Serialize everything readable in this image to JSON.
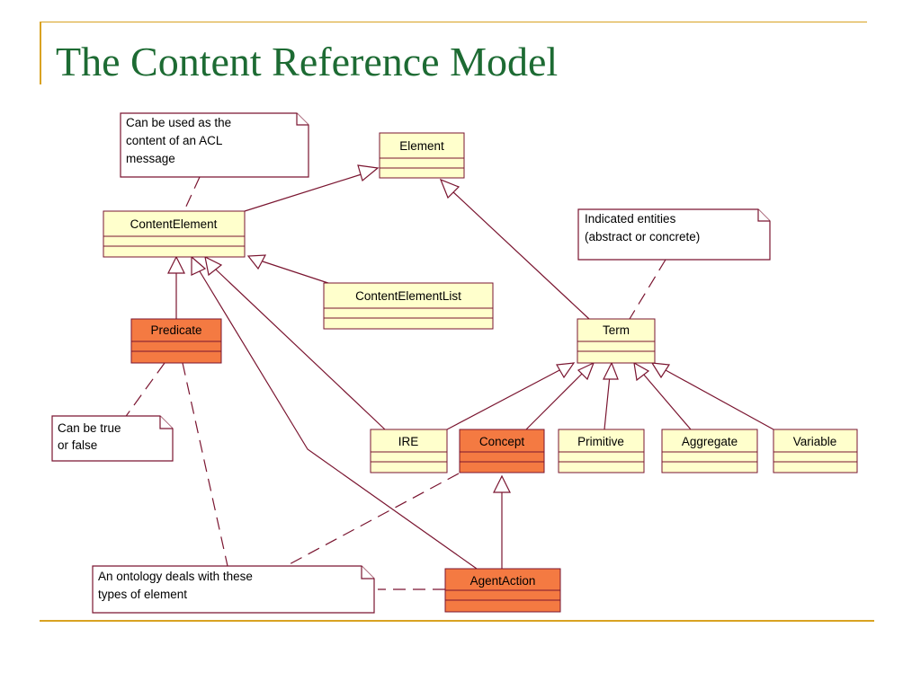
{
  "slide": {
    "title": "The Content Reference Model"
  },
  "colors": {
    "accent": "#d9a221",
    "title": "#1d6b33",
    "class_fill": "#ffffcc",
    "highlight_fill": "#f47a42",
    "line": "#7a1530"
  },
  "classes": {
    "element": "Element",
    "content_element": "ContentElement",
    "content_element_list": "ContentElementList",
    "predicate": "Predicate",
    "term": "Term",
    "ire": "IRE",
    "concept": "Concept",
    "primitive": "Primitive",
    "aggregate": "Aggregate",
    "variable": "Variable",
    "agent_action": "AgentAction"
  },
  "notes": {
    "acl": [
      "Can be used as the",
      "content of an ACL",
      "message"
    ],
    "entities": [
      "Indicated entities",
      "(abstract or concrete)"
    ],
    "true_false": [
      "Can be true",
      "or false"
    ],
    "ontology": [
      "An ontology deals with these",
      "types of element"
    ]
  }
}
